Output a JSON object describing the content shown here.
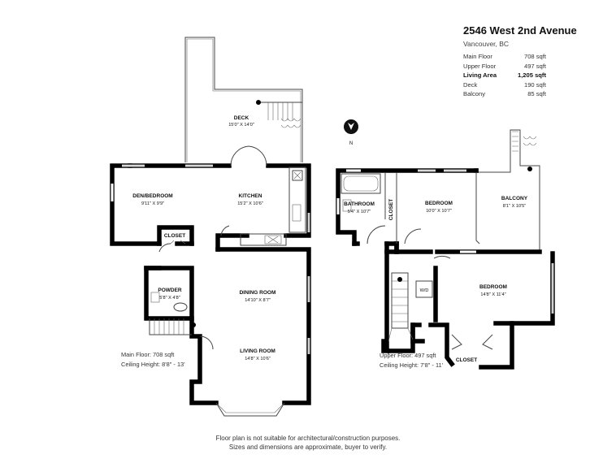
{
  "header": {
    "address": "2546 West 2nd Avenue",
    "city": "Vancouver, BC"
  },
  "areas": [
    {
      "label": "Main Floor",
      "value": "708 sqft"
    },
    {
      "label": "Upper Floor",
      "value": "497 sqft"
    },
    {
      "label": "Living Area",
      "value": "1,205 sqft"
    },
    {
      "label": "Deck",
      "value": "190 sqft"
    },
    {
      "label": "Balcony",
      "value": "85 sqft"
    }
  ],
  "compass": {
    "label": "N"
  },
  "rooms": {
    "deck": {
      "name": "DECK",
      "dim": "15'0\" X 14'0\""
    },
    "den": {
      "name": "DEN/BEDROOM",
      "dim": "9'11\" X 9'9\""
    },
    "kitchen": {
      "name": "KITCHEN",
      "dim": "15'2\" X 10'6\""
    },
    "closet_main": {
      "name": "CLOSET"
    },
    "powder": {
      "name": "POWDER",
      "dim": "5'8\" X 4'8\""
    },
    "dining": {
      "name": "DINING ROOM",
      "dim": "14'10\" X 8'7\""
    },
    "living": {
      "name": "LIVING ROOM",
      "dim": "14'8\" X 10'6\""
    },
    "bathroom": {
      "name": "BATHROOM",
      "dim": "5'4\" X 10'7\""
    },
    "closet_upper_v": {
      "name": "CLOSET"
    },
    "bedroom1": {
      "name": "BEDROOM",
      "dim": "10'0\" X 10'7\""
    },
    "balcony": {
      "name": "BALCONY",
      "dim": "8'1\" X 10'5\""
    },
    "wd": {
      "name": "W/D"
    },
    "bedroom2": {
      "name": "BEDROOM",
      "dim": "14'8\" X 11'4\""
    },
    "closet_upper": {
      "name": "CLOSET"
    }
  },
  "floor_notes": {
    "main": {
      "area": "Main Floor: 708 sqft",
      "ceiling": "Ceiling Height: 8'8\" - 13'"
    },
    "upper": {
      "area": "Upper Floor: 497 sqft",
      "ceiling": "Ceiling Height: 7'8\" - 11'"
    }
  },
  "disclaimer": {
    "line1": "Floor plan is not suitable for architectural/construction purposes.",
    "line2": "Sizes and dimensions are approximate, buyer to verify."
  }
}
